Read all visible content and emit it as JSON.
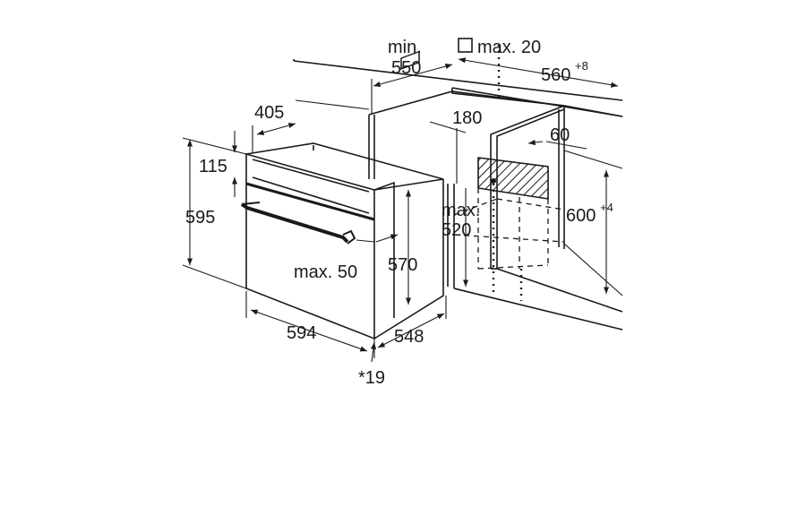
{
  "labels": {
    "min_line1": "min.",
    "min_line2": "550",
    "max20": "max. 20",
    "w560": "560",
    "w560_sup": "+8",
    "d405": "405",
    "d180": "180",
    "d60": "60",
    "d115": "115",
    "max_line1": "max.",
    "max_line2": "520",
    "h600": "600",
    "h600_sup": "+4",
    "h595": "595",
    "max50": "max. 50",
    "h570": "570",
    "w594": "594",
    "d548": "548",
    "note19": "*19"
  },
  "colors": {
    "line": "#1a1a1a",
    "background": "#ffffff"
  }
}
